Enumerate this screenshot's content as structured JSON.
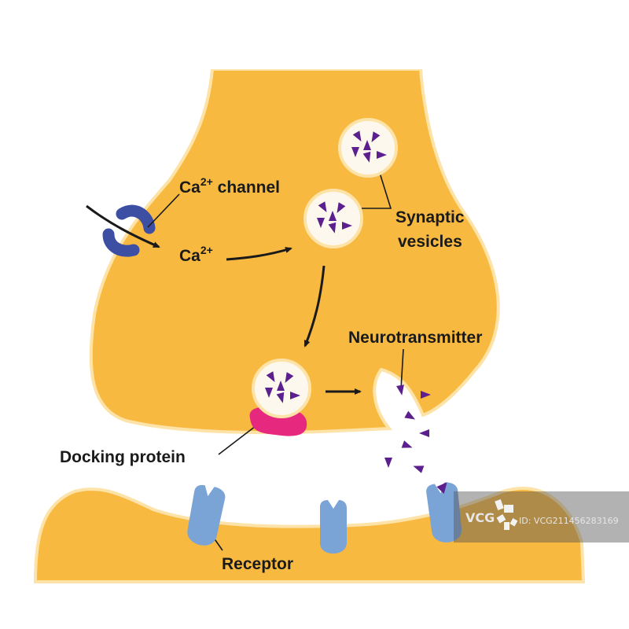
{
  "title": "Chemical synapse diagram",
  "labels": {
    "ca_channel": {
      "base": "Ca",
      "sup": "2+",
      "rest": " channel"
    },
    "ca_ion": {
      "base": "Ca",
      "sup": "2+"
    },
    "synaptic_vesicles_line1": "Synaptic",
    "synaptic_vesicles_line2": "vesicles",
    "neurotransmitter": "Neurotransmitter",
    "docking_protein": "Docking protein",
    "receptor": "Receptor"
  },
  "watermark": {
    "brand": "VCG",
    "id_text": "ID: VCG211456283169"
  },
  "colors": {
    "neuron_fill": "#f8b941",
    "membrane_edge": "#fde3a8",
    "vesicle_fill": "#fdf8ee",
    "neurotransmitter": "#5b1f8e",
    "ca_channel": "#3d4fa3",
    "docking_protein": "#e6287f",
    "receptor": "#7aa3d6",
    "text": "#1a1a1a"
  }
}
